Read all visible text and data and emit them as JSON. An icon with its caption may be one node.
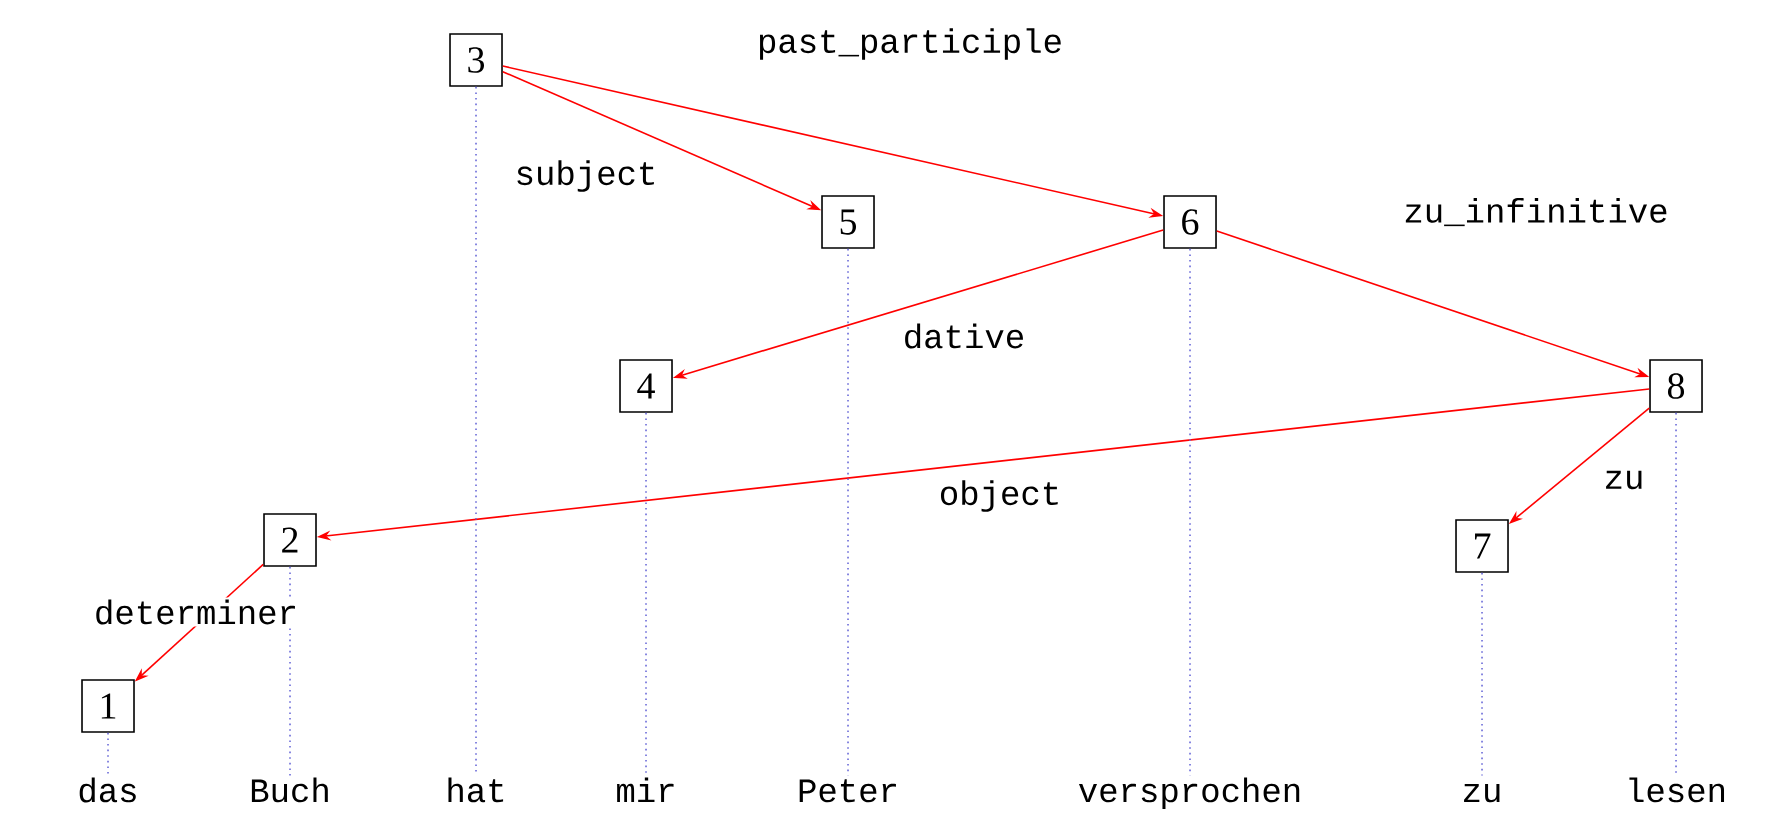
{
  "diagram": {
    "nodes": [
      {
        "text": [
          "1"
        ]
      },
      {
        "text": [
          "2"
        ]
      },
      {
        "text": [
          "3"
        ]
      },
      {
        "text": [
          "4"
        ]
      },
      {
        "text": [
          "5"
        ]
      },
      {
        "text": [
          "6"
        ]
      },
      {
        "text": [
          "7"
        ]
      },
      {
        "text": [
          "8"
        ]
      },
      {
        "text": [
          "das"
        ]
      },
      {
        "text": [
          "Buch"
        ]
      },
      {
        "text": [
          "hat"
        ]
      },
      {
        "text": [
          "mir"
        ]
      },
      {
        "text": [
          "Peter"
        ]
      },
      {
        "text": [
          "versprochen"
        ]
      },
      {
        "text": [
          "zu"
        ]
      },
      {
        "text": [
          "lesen"
        ]
      }
    ],
    "edges": [
      {
        "from": 2,
        "to": 4,
        "arrow": "to",
        "label": "subject",
        "color": "#ff0000"
      },
      {
        "from": 2,
        "to": 5,
        "arrow": "to",
        "label": "past_participle",
        "color": "#ff0000"
      },
      {
        "from": 5,
        "to": 3,
        "arrow": "to",
        "label": "dative",
        "color": "#ff0000"
      },
      {
        "from": 5,
        "to": 7,
        "arrow": "to",
        "label": "zu_infinitive",
        "color": "#ff0000"
      },
      {
        "from": 7,
        "to": 1,
        "arrow": "to",
        "label": "object",
        "color": "#ff0000"
      },
      {
        "from": 7,
        "to": 6,
        "arrow": "to",
        "label": "zu",
        "color": "#ff0000"
      },
      {
        "from": 1,
        "to": 0,
        "arrow": "to",
        "label": "determiner",
        "color": "#ff0000"
      },
      {
        "from": 0,
        "to": 8,
        "arrow": "none",
        "style": "dashed",
        "color": "#6a6ad8"
      },
      {
        "from": 1,
        "to": 9,
        "arrow": "none",
        "style": "dashed",
        "color": "#6a6ad8"
      },
      {
        "from": 2,
        "to": 10,
        "arrow": "none",
        "style": "dashed",
        "color": "#6a6ad8"
      },
      {
        "from": 3,
        "to": 11,
        "arrow": "none",
        "style": "dashed",
        "color": "#6a6ad8"
      },
      {
        "from": 4,
        "to": 12,
        "arrow": "none",
        "style": "dashed",
        "color": "#6a6ad8"
      },
      {
        "from": 5,
        "to": 13,
        "arrow": "none",
        "style": "dashed",
        "color": "#6a6ad8"
      },
      {
        "from": 6,
        "to": 14,
        "arrow": "none",
        "style": "dashed",
        "color": "#6a6ad8"
      },
      {
        "from": 7,
        "to": 15,
        "arrow": "none",
        "style": "dashed",
        "color": "#6a6ad8"
      }
    ]
  }
}
